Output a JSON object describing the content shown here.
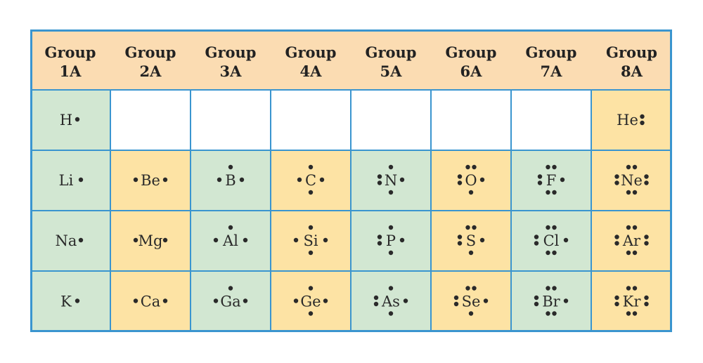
{
  "colors": {
    "header_bg": "#fbdcb2",
    "green_cell": "#d2e7d2",
    "yellow_cell": "#fde3a4",
    "empty_cell": "#ffffff",
    "border": "#3a95cf",
    "dot": "#2a2a2a"
  },
  "headers": [
    {
      "line1": "Group",
      "line2": "1A"
    },
    {
      "line1": "Group",
      "line2": "2A"
    },
    {
      "line1": "Group",
      "line2": "3A"
    },
    {
      "line1": "Group",
      "line2": "4A"
    },
    {
      "line1": "Group",
      "line2": "5A"
    },
    {
      "line1": "Group",
      "line2": "6A"
    },
    {
      "line1": "Group",
      "line2": "7A"
    },
    {
      "line1": "Group",
      "line2": "8A"
    }
  ],
  "rows": [
    [
      {
        "symbol": "H",
        "valence_electrons": 1,
        "fill": "green"
      },
      null,
      null,
      null,
      null,
      null,
      null,
      {
        "symbol": "He",
        "valence_electrons": 2,
        "fill": "yellow"
      }
    ],
    [
      {
        "symbol": "Li",
        "valence_electrons": 1,
        "fill": "green"
      },
      {
        "symbol": "Be",
        "valence_electrons": 2,
        "fill": "yellow"
      },
      {
        "symbol": "B",
        "valence_electrons": 3,
        "fill": "green"
      },
      {
        "symbol": "C",
        "valence_electrons": 4,
        "fill": "yellow"
      },
      {
        "symbol": "N",
        "valence_electrons": 5,
        "fill": "green"
      },
      {
        "symbol": "O",
        "valence_electrons": 6,
        "fill": "yellow"
      },
      {
        "symbol": "F",
        "valence_electrons": 7,
        "fill": "green"
      },
      {
        "symbol": "Ne",
        "valence_electrons": 8,
        "fill": "yellow"
      }
    ],
    [
      {
        "symbol": "Na",
        "valence_electrons": 1,
        "fill": "green"
      },
      {
        "symbol": "Mg",
        "valence_electrons": 2,
        "fill": "yellow"
      },
      {
        "symbol": "Al",
        "valence_electrons": 3,
        "fill": "green"
      },
      {
        "symbol": "Si",
        "valence_electrons": 4,
        "fill": "yellow"
      },
      {
        "symbol": "P",
        "valence_electrons": 5,
        "fill": "green"
      },
      {
        "symbol": "S",
        "valence_electrons": 6,
        "fill": "yellow"
      },
      {
        "symbol": "Cl",
        "valence_electrons": 7,
        "fill": "green"
      },
      {
        "symbol": "Ar",
        "valence_electrons": 8,
        "fill": "yellow"
      }
    ],
    [
      {
        "symbol": "K",
        "valence_electrons": 1,
        "fill": "green"
      },
      {
        "symbol": "Ca",
        "valence_electrons": 2,
        "fill": "yellow"
      },
      {
        "symbol": "Ga",
        "valence_electrons": 3,
        "fill": "green"
      },
      {
        "symbol": "Ge",
        "valence_electrons": 4,
        "fill": "yellow"
      },
      {
        "symbol": "As",
        "valence_electrons": 5,
        "fill": "green"
      },
      {
        "symbol": "Se",
        "valence_electrons": 6,
        "fill": "yellow"
      },
      {
        "symbol": "Br",
        "valence_electrons": 7,
        "fill": "green"
      },
      {
        "symbol": "Kr",
        "valence_electrons": 8,
        "fill": "yellow"
      }
    ]
  ]
}
